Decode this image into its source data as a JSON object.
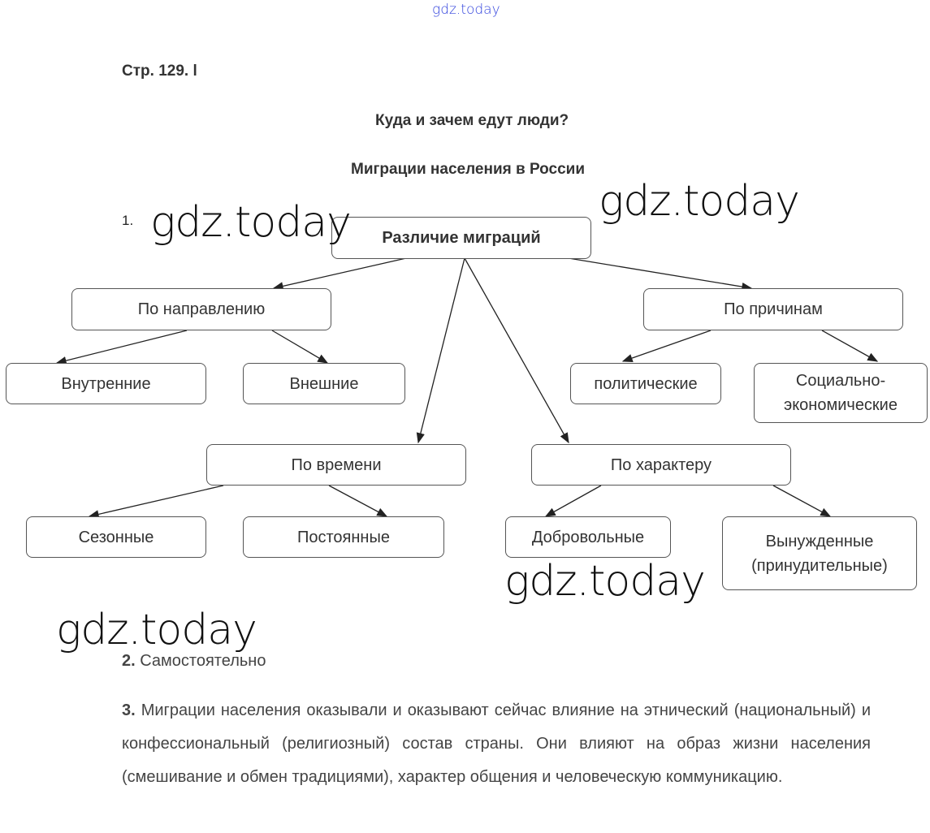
{
  "watermark": "gdz.today",
  "page_ref": "Стр. 129. l",
  "title": "Куда и зачем едут люди?",
  "subtitle": "Миграции населения в России",
  "item1_num": "1.",
  "diagram": {
    "root": "Различие миграций",
    "direction": "По направлению",
    "internal": "Внутренние",
    "external": "Внешние",
    "reasons": "По причинам",
    "political": "политические",
    "socio_economic_1": "Социально-",
    "socio_economic_2": "экономические",
    "time": "По времени",
    "seasonal": "Сезонные",
    "permanent": "Постоянные",
    "character": "По характеру",
    "voluntary": "Добровольные",
    "forced_1": "Вынужденные",
    "forced_2": "(принудительные)"
  },
  "item2": {
    "num": "2.",
    "text": " Самостоятельно"
  },
  "item3": {
    "num": "3.",
    "text": " Миграции населения оказывали и оказывают сейчас влияние на этнический (национальный) и конфессиональный (религиозный) состав страны. Они влияют на образ жизни населения (смешивание и обмен традициями), характер общения и человеческую коммуникацию."
  }
}
